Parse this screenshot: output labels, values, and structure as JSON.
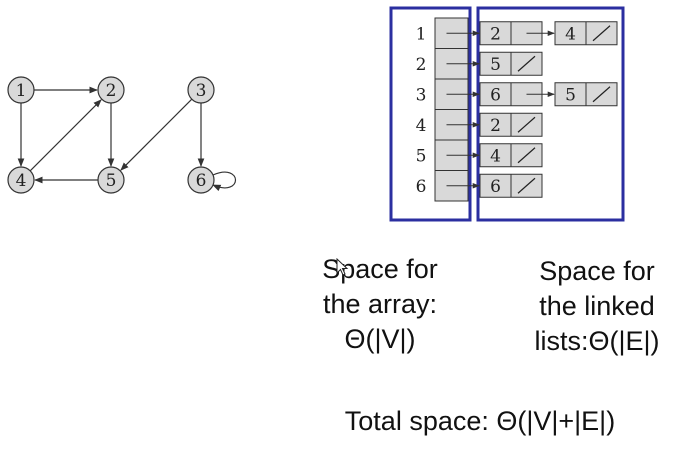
{
  "graph": {
    "vertices": [
      {
        "id": "1",
        "label": "1"
      },
      {
        "id": "2",
        "label": "2"
      },
      {
        "id": "3",
        "label": "3"
      },
      {
        "id": "4",
        "label": "4"
      },
      {
        "id": "5",
        "label": "5"
      },
      {
        "id": "6",
        "label": "6"
      }
    ],
    "edges": [
      {
        "from": "1",
        "to": "2"
      },
      {
        "from": "1",
        "to": "4"
      },
      {
        "from": "2",
        "to": "5"
      },
      {
        "from": "4",
        "to": "2"
      },
      {
        "from": "5",
        "to": "4"
      },
      {
        "from": "3",
        "to": "5"
      },
      {
        "from": "3",
        "to": "6"
      },
      {
        "from": "6",
        "to": "6"
      }
    ]
  },
  "adjacency": {
    "rows": [
      {
        "index": "1",
        "list": [
          "2",
          "4"
        ]
      },
      {
        "index": "2",
        "list": [
          "5"
        ]
      },
      {
        "index": "3",
        "list": [
          "6",
          "5"
        ]
      },
      {
        "index": "4",
        "list": [
          "2"
        ]
      },
      {
        "index": "5",
        "list": [
          "4"
        ]
      },
      {
        "index": "6",
        "list": [
          "6"
        ]
      }
    ]
  },
  "captions": {
    "array_space": [
      "Space for",
      "the array:",
      "Θ(|V|)"
    ],
    "list_space": [
      "Space for",
      "the linked",
      "lists:Θ(|E|)"
    ],
    "total": "Total space: Θ(|V|+|E|)"
  },
  "colors": {
    "node_fill": "#d9d9d9",
    "cell_fill": "#d9d9d9",
    "highlight_border": "#2b2fa0",
    "stroke": "#333333"
  }
}
